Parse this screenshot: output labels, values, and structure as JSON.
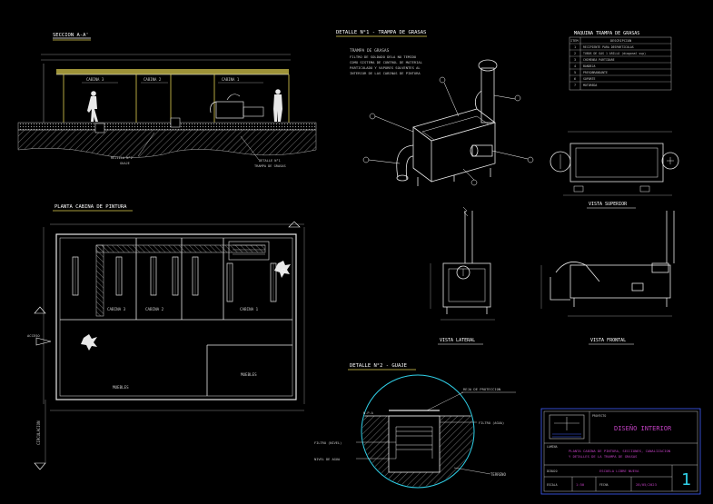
{
  "section_aa": {
    "title": "SECCION A-A'",
    "labels": [
      "CABINA 3",
      "CABINA 2",
      "CABINA 1"
    ],
    "callout_1": "REJILLA N°2",
    "callout_1b": "GUAJE",
    "callout_2": "DETALLE N°1",
    "callout_2b": "TRAMPA DE GRASAS"
  },
  "detalle_1": {
    "title": "DETALLE N°1 - TRAMPA DE GRASAS",
    "subtitle": "TRAMPA DE GRASAS",
    "description": [
      "FILTRO DE SOLDADO DELA NO TEMIDO",
      "COMO SISTEMA DE CONTROL DE MATERIAL",
      "PARTICULADO Y VAPORES SOLVENTES AL",
      "INTERIOR DE LAS CABINAS DE PINTURA"
    ]
  },
  "parts_table": {
    "title": "MAQUINA TRAMPA DE GRASAS",
    "col_item": "ITEM",
    "col_desc": "DESCRIPCION",
    "rows": [
      {
        "item": "1",
        "desc": "RECIPIENTE PARA DESPARTICULAS"
      },
      {
        "item": "2",
        "desc": "TUBOS DE GAS 1 ARILLO (diagonal sup)"
      },
      {
        "item": "3",
        "desc": "CHIMENEA PARTIDARE"
      },
      {
        "item": "4",
        "desc": "BANDEJA"
      },
      {
        "item": "5",
        "desc": "PRESOBRANDANTE"
      },
      {
        "item": "6",
        "desc": "SOPORTE"
      },
      {
        "item": "7",
        "desc": "MOTOREDA"
      }
    ]
  },
  "views": {
    "superior": "VISTA SUPERIOR",
    "lateral": "VISTA LATERAL",
    "frontal": "VISTA FRONTAL"
  },
  "planta": {
    "title": "PLANTA CABINA DE PINTURA",
    "cabinas": [
      "CABINA 3",
      "CABINA 2",
      "CABINA 1"
    ],
    "muebles_1": "MUEBLES",
    "muebles_2": "MUEBLES",
    "acceso": "ACCESO",
    "circulacion": "CIRCULACION"
  },
  "detalle_2": {
    "title": "DETALLE N°2 - GUAJE",
    "label_rejilla": "REJA DE PROTECCION",
    "label_filtro": "FILTRO (NIVEL)",
    "label_filtro_agua": "FILTRO (AGUA)",
    "label_nivel": "NIVEL DE AGUA",
    "label_terreno": "TERRENO",
    "label_npa": "N.P.A"
  },
  "title_block": {
    "proyecto_label": "PROYECTO",
    "proyecto": "DISEÑO INTERIOR",
    "lamina_label": "LAMINA",
    "lamina_desc_1": "PLANTA CABINA DE PINTURA, SECCIONES, CANALIZACION",
    "lamina_desc_2": "Y DETALLES DE LA TRAMPA DE GRASAS",
    "dibujo_label": "DIBUJO",
    "dibujo": "ESCUELA LIBRE NUEVA",
    "escala_label": "ESCALA",
    "escala": "1:50",
    "fecha_label": "FECHA",
    "fecha": "28/05/2023",
    "sheet": "1"
  },
  "colors": {
    "yellow": "#e0d050",
    "cyan": "#30d0e8",
    "white": "#ffffff",
    "magenta": "#c040c0",
    "grey": "#b0b0b0"
  }
}
